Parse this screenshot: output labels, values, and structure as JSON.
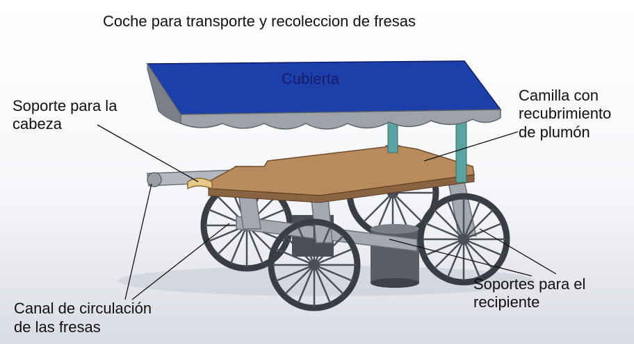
{
  "title": "Coche para transporte y recoleccion de fresas",
  "labels": {
    "cubierta": "Cubierta",
    "soporte_cabeza": [
      "Soporte para la",
      "cabeza"
    ],
    "camilla": [
      "Camilla con",
      "recubrimiento",
      "de plumón"
    ],
    "soportes_recipiente": [
      "Soportes para el",
      "recipiente"
    ],
    "canal_circulacion": [
      "Canal de circulación",
      "de las fresas"
    ]
  },
  "colors": {
    "canopy_top": "#1c3faa",
    "canopy_fringe": "#8e9299",
    "posts": "#5aa3a3",
    "board": "#b98a5c",
    "frame": "#a5a9b2",
    "wheel": "#3a3d44"
  }
}
